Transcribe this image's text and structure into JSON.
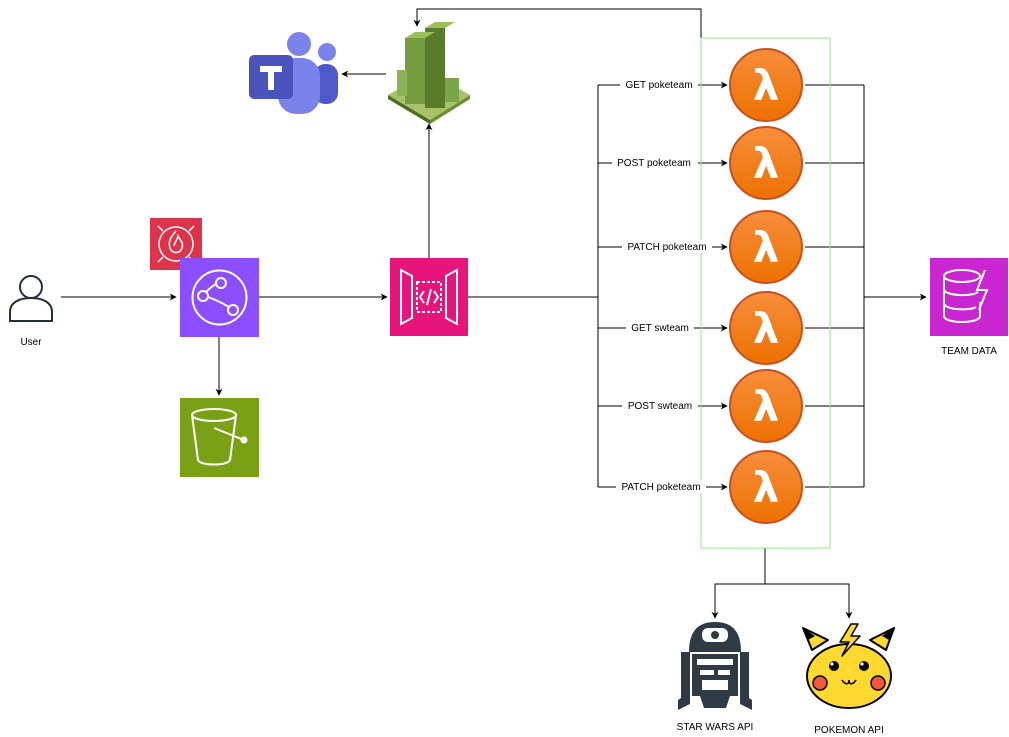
{
  "diagram": {
    "nodes": {
      "user": {
        "label": "User"
      },
      "waf": {
        "label": ""
      },
      "cloudfront": {
        "label": ""
      },
      "s3": {
        "label": ""
      },
      "api_gateway": {
        "label": ""
      },
      "cloudwatch": {
        "label": ""
      },
      "teams": {
        "label": ""
      },
      "dynamodb": {
        "label": "TEAM DATA"
      },
      "star_wars_api": {
        "label": "STAR WARS API"
      },
      "pokemon_api": {
        "label": "POKEMON API"
      }
    },
    "lambda_routes": [
      {
        "label": "GET poketeam"
      },
      {
        "label": "POST poketeam"
      },
      {
        "label": "PATCH poketeam"
      },
      {
        "label": "GET swteam"
      },
      {
        "label": "POST swteam"
      },
      {
        "label": "PATCH poketeam"
      }
    ],
    "colors": {
      "lambda": "#ED7100",
      "lambda_dark": "#C7511F",
      "cloudfront": "#8C4FFF",
      "api_gateway": "#E7157B",
      "s3": "#7AA116",
      "waf": "#DD344C",
      "dynamodb": "#C925D1",
      "cloudwatch": "#759C3E",
      "teams": "#5059C9",
      "group_border": "#8FE88F",
      "pikachu": "#FFD92F",
      "r2d2": "#2E3A44"
    }
  }
}
